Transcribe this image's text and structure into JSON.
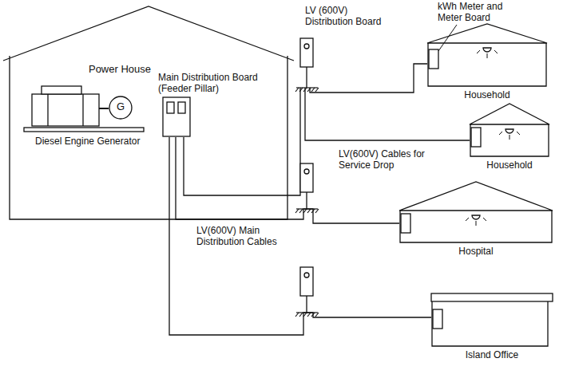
{
  "diagram": {
    "nodes": [
      {
        "text": [
          "Power House"
        ]
      },
      {
        "text": [
          "G"
        ],
        "in": 0
      },
      {
        "text": [
          "Main Distribution Board (Feeder Pillar)"
        ],
        "in": 0
      },
      {
        "text": [
          "LV (600V) Distribution Board"
        ]
      },
      {
        "text": [
          "Household"
        ]
      },
      {
        "text": [
          "Household"
        ]
      },
      {
        "text": [
          "Hospital"
        ]
      },
      {
        "text": [
          "Island Office"
        ]
      }
    ],
    "edges": [
      {
        "from": 2,
        "to": 3,
        "arrow": "none"
      },
      {
        "from": 3,
        "to": 4,
        "arrow": "none"
      },
      {
        "from": 3,
        "to": 5,
        "arrow": "none"
      },
      {
        "from": 2,
        "to": 6,
        "arrow": "none"
      },
      {
        "from": 2,
        "to": 7,
        "arrow": "none"
      }
    ],
    "labels": [
      "Diesel Engine Generator",
      "kWh Meter and Meter Board",
      "LV(600V) Cables for Service Drop",
      "LV(600V) Main Distribution Cables"
    ]
  }
}
